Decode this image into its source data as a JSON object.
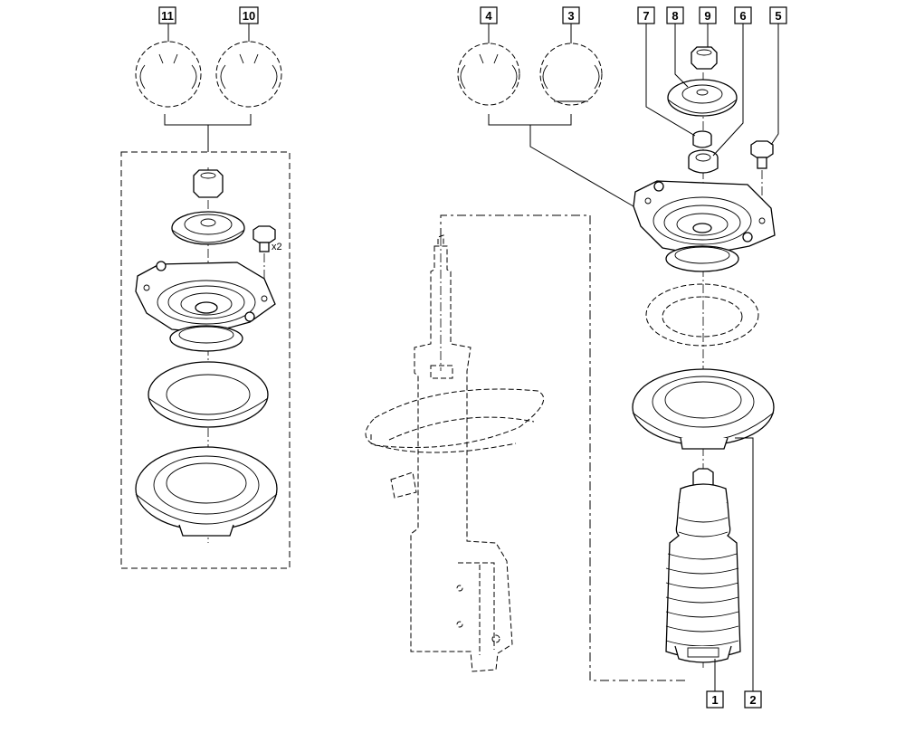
{
  "callouts": {
    "c11": "11",
    "c10": "10",
    "c4": "4",
    "c3": "3",
    "c7": "7",
    "c8": "8",
    "c9": "9",
    "c6": "6",
    "c5": "5",
    "c1": "1",
    "c2": "2"
  },
  "quantity_note": "x2"
}
